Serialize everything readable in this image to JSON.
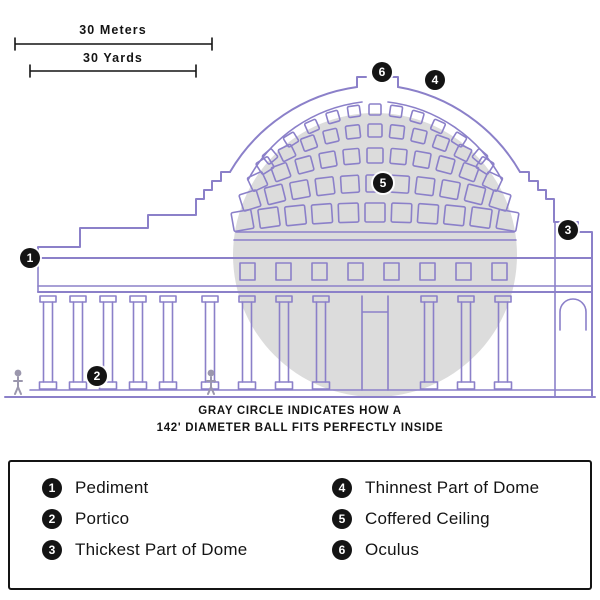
{
  "colors": {
    "line": "#8b80c9",
    "ball": "#dcdcdc",
    "ink": "#141414",
    "figure": "#9b97ad"
  },
  "scale": {
    "meters_label": "30 Meters",
    "yards_label": "30 Yards"
  },
  "caption": {
    "line1": "GRAY CIRCLE INDICATES HOW A",
    "line2": "142' DIAMETER BALL FITS PERFECTLY INSIDE"
  },
  "legend": {
    "items": [
      {
        "number": "1",
        "label": "Pediment"
      },
      {
        "number": "2",
        "label": "Portico"
      },
      {
        "number": "3",
        "label": "Thickest Part of Dome"
      },
      {
        "number": "4",
        "label": "Thinnest Part of Dome"
      },
      {
        "number": "5",
        "label": "Coffered Ceiling"
      },
      {
        "number": "6",
        "label": "Oculus"
      }
    ]
  }
}
